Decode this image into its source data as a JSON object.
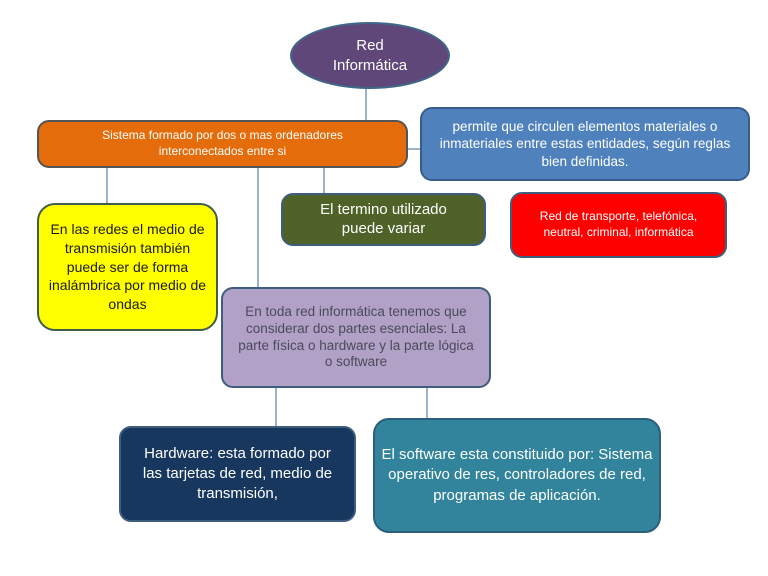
{
  "diagram": {
    "type": "concept-map",
    "root": {
      "label": "Red Informática",
      "fill": "#5f4779",
      "border": "#3f6787",
      "text_color": "#ffffff"
    },
    "nodes": [
      {
        "id": "definition",
        "label": "Sistema formado por dos o mas ordenadores interconectados entre si",
        "fill": "#e46c0a",
        "border": "#555555",
        "text_color": "#ffffff"
      },
      {
        "id": "purpose",
        "label": "permite que circulen elementos materiales o inmateriales entre estas entidades, según reglas bien definidas.",
        "fill": "#4f81bd",
        "border": "#385d8a",
        "text_color": "#ffffff"
      },
      {
        "id": "term",
        "label": "El termino utilizado puede variar",
        "fill": "#4f6228",
        "border": "#3f5d7d",
        "text_color": "#ffffff"
      },
      {
        "id": "term-examples",
        "label": "Red de transporte, telefónica, neutral, criminal, informática",
        "fill": "#ff0000",
        "border": "#3f5d7d",
        "text_color": "#ffffff"
      },
      {
        "id": "wireless",
        "label": "En las redes el medio de transmisión también puede ser de forma inalámbrica por medio de ondas",
        "fill": "#ffff00",
        "border": "#3f5d4a",
        "text_color": "#1a1a1a"
      },
      {
        "id": "parts",
        "label": "En toda red informática tenemos que considerar dos partes esenciales: La parte física o hardware y la parte lógica o software",
        "fill": "#b2a1c7",
        "border": "#3f5d7d",
        "text_color": "#4a4a5a"
      },
      {
        "id": "hardware",
        "label": "Hardware: esta formado por las tarjetas de red, medio de transmisión,",
        "fill": "#17375e",
        "border": "#3f5d7d",
        "text_color": "#ffffff"
      },
      {
        "id": "software",
        "label": "El software esta constituido por: Sistema operativo de res, controladores de red, programas de aplicación.",
        "fill": "#31849b",
        "border": "#2b5f7d",
        "text_color": "#ffffff"
      }
    ],
    "edges": [
      {
        "from": "root",
        "to": "definition"
      },
      {
        "from": "definition",
        "to": "purpose"
      },
      {
        "from": "definition",
        "to": "wireless"
      },
      {
        "from": "definition",
        "to": "parts"
      },
      {
        "from": "definition",
        "to": "term"
      },
      {
        "from": "parts",
        "to": "hardware"
      },
      {
        "from": "parts",
        "to": "software"
      }
    ],
    "connector_color": "#9ab3c6"
  }
}
